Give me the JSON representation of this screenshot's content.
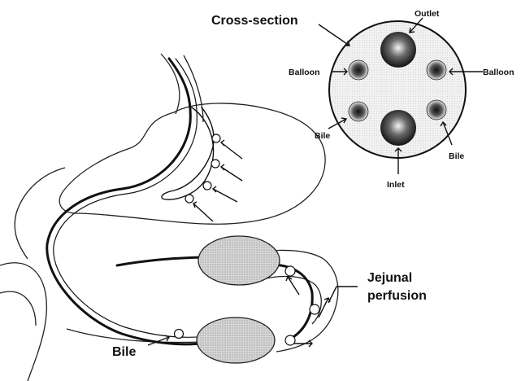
{
  "labels": {
    "cross_section": "Cross-section",
    "outlet": "Outlet",
    "balloon_left": "Balloon",
    "balloon_right": "Balloon",
    "bile_left": "Bile",
    "bile_right": "Bile",
    "inlet": "Inlet",
    "jejunal_line1": "Jejunal",
    "jejunal_line2": "perfusion",
    "bile_bottom": "Bile"
  },
  "colors": {
    "ink": "#111111",
    "balloon_fill": "#b9b9b9",
    "cross_section_fill": "#ececec"
  }
}
